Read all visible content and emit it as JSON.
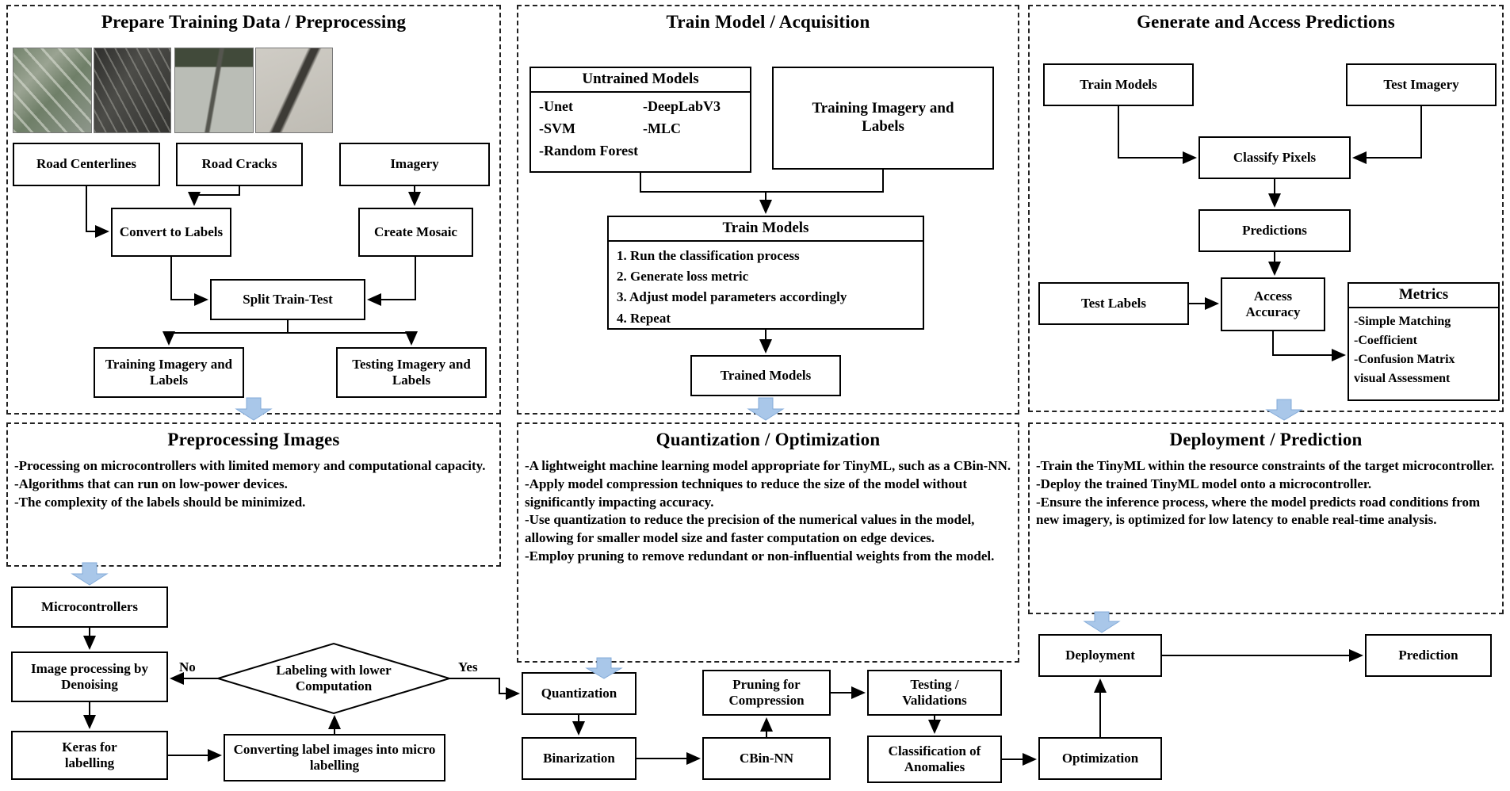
{
  "colors": {
    "blue_arrow": "#a9c7e9",
    "blue_arrow_stroke": "#84abd8",
    "box_border": "#000000"
  },
  "prepare": {
    "title": "Prepare Training Data / Preprocessing",
    "images": [
      "aerial-roads",
      "asphalt-cracks-dark",
      "road-with-crack",
      "crack-closeup"
    ],
    "road_centerlines": "Road Centerlines",
    "road_cracks": "Road Cracks",
    "imagery": "Imagery",
    "convert_to_labels": "Convert to Labels",
    "create_mosaic": "Create Mosaic",
    "split_train_test": "Split Train-Test",
    "training_imagery": "Training Imagery and Labels",
    "testing_imagery": "Testing Imagery and Labels"
  },
  "train": {
    "title": "Train Model / Acquisition",
    "untrained_header": "Untrained Models",
    "untrained_col1": [
      "-Unet",
      "-SVM",
      "-Random Forest"
    ],
    "untrained_col2": [
      "-DeepLabV3",
      "-MLC"
    ],
    "training_imagery": "Training Imagery and Labels",
    "train_models_header": "Train Models",
    "train_steps": [
      "1. Run the classification process",
      "2. Generate loss metric",
      "3. Adjust model parameters accordingly",
      "4. Repeat"
    ],
    "trained_models": "Trained Models"
  },
  "predict": {
    "title": "Generate and Access Predictions",
    "train_models": "Train Models",
    "test_imagery": "Test Imagery",
    "classify_pixels": "Classify Pixels",
    "predictions": "Predictions",
    "test_labels": "Test Labels",
    "access_accuracy": "Access Accuracy",
    "metrics_header": "Metrics",
    "metrics_items": [
      "-Simple Matching",
      "-Coefficient",
      "-Confusion Matrix",
      "visual Assessment"
    ]
  },
  "preprocess": {
    "title": "Preprocessing Images",
    "bullets": [
      "-Processing on microcontrollers with limited memory and computational capacity.",
      "-Algorithms that can run on low-power devices.",
      "-The complexity of the labels should be minimized."
    ],
    "microcontrollers": "Microcontrollers",
    "image_processing": "Image processing by Denoising",
    "keras": "Keras for labelling",
    "diamond": "Labeling with lower Computation",
    "converting": "Converting label images into micro labelling",
    "no_label": "No",
    "yes_label": "Yes"
  },
  "quant": {
    "title": "Quantization / Optimization",
    "bullets": [
      "-A lightweight machine learning model appropriate for TinyML, such as a CBin-NN.",
      "-Apply model compression techniques to reduce the size of the model without significantly impacting accuracy.",
      "-Use quantization to reduce the precision of the numerical values in the model, allowing for smaller model size and faster computation on edge devices.",
      "-Employ pruning to remove redundant or non-influential weights from the model."
    ],
    "quantization": "Quantization",
    "binarization": "Binarization",
    "cbin": "CBin-NN",
    "pruning": "Pruning for Compression",
    "testing": "Testing / Validations",
    "classification": "Classification of Anomalies",
    "optimization": "Optimization"
  },
  "deploy": {
    "title": "Deployment / Prediction",
    "bullets": [
      "-Train the TinyML within the resource constraints of the target microcontroller.",
      "-Deploy the trained TinyML model onto a microcontroller.",
      "-Ensure the inference process, where the model predicts road conditions from new imagery, is optimized for low latency to enable real-time analysis."
    ],
    "deployment": "Deployment",
    "prediction": "Prediction"
  }
}
